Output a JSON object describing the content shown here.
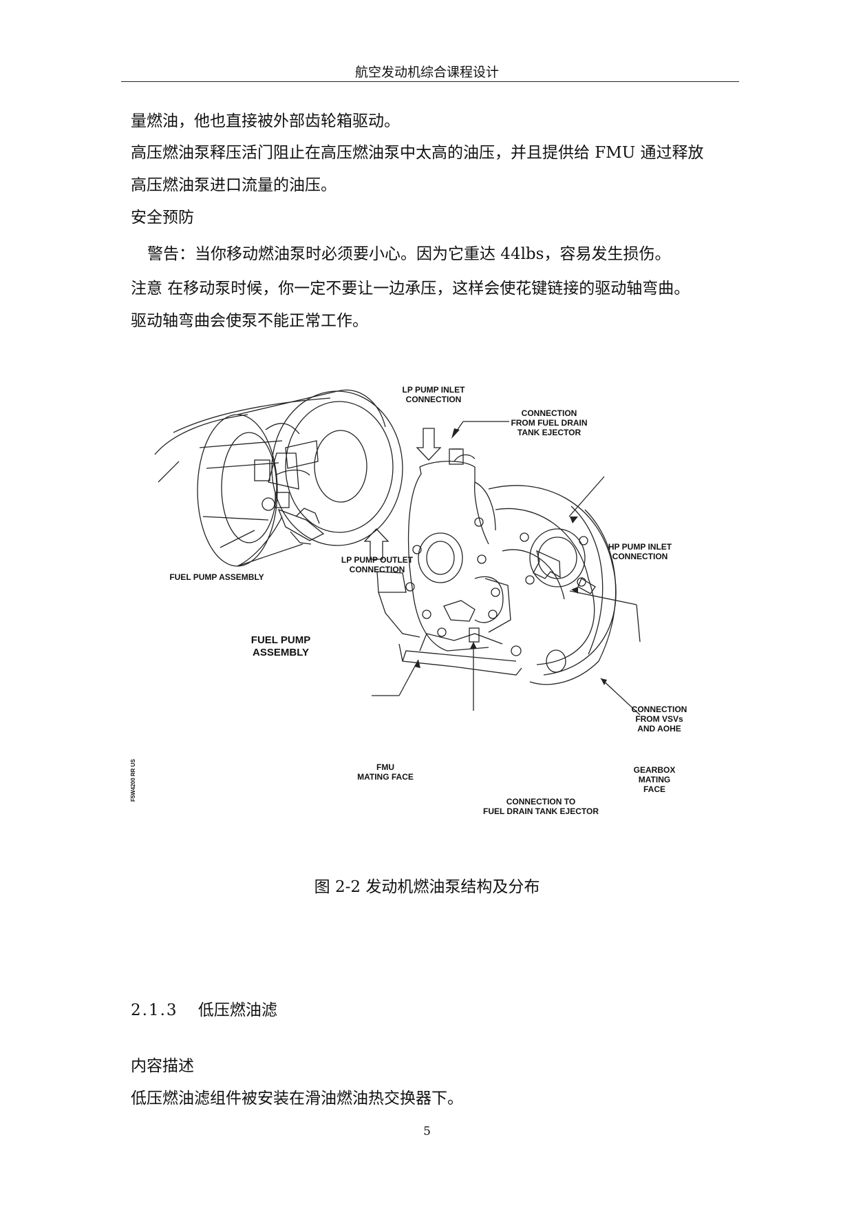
{
  "header": {
    "title": "航空发动机综合课程设计"
  },
  "paragraphs": {
    "p1": "量燃油，他也直接被外部齿轮箱驱动。",
    "p2": "高压燃油泵释压活门阻止在高压燃油泵中太高的油压，并且提供给 FMU 通过释放",
    "p3": "高压燃油泵进口流量的油压。",
    "p4": "安全预防",
    "p5": "警告：当你移动燃油泵时必须要小心。因为它重达 44lbs，容易发生损伤。",
    "p6": "注意 在移动泵时候，你一定不要让一边承压，这样会使花键链接的驱动轴弯曲。",
    "p7": "驱动轴弯曲会使泵不能正常工作。"
  },
  "figure": {
    "labels": {
      "lp_inlet_1": "LP PUMP INLET",
      "lp_inlet_2": "CONNECTION",
      "drain_1": "CONNECTION",
      "drain_2": "FROM FUEL DRAIN",
      "drain_3": "TANK EJECTOR",
      "hp_inlet_1": "HP PUMP INLET",
      "hp_inlet_2": "CONNECTION",
      "fpa_small": "FUEL PUMP ASSEMBLY",
      "lp_outlet_1": "LP PUMP OUTLET",
      "lp_outlet_2": "CONNECTION",
      "fpa_big_1": "FUEL PUMP",
      "fpa_big_2": "ASSEMBLY",
      "vsv_1": "CONNECTION",
      "vsv_2": "FROM VSVs",
      "vsv_3": "AND AOHE",
      "fmu_1": "FMU",
      "fmu_2": "MATING FACE",
      "gearbox_1": "GEARBOX",
      "gearbox_2": "MATING",
      "gearbox_3": "FACE",
      "conn_to_1": "CONNECTION TO",
      "conn_to_2": "FUEL DRAIN TANK EJECTOR",
      "code": "F5W4200 RR US"
    }
  },
  "caption": "图 2-2 发动机燃油泵结构及分布",
  "section": {
    "number": "2.1.3",
    "title": "低压燃油滤"
  },
  "content": {
    "heading": "内容描述",
    "text": "低压燃油滤组件被安装在滑油燃油热交换器下。"
  },
  "page_number": "5"
}
